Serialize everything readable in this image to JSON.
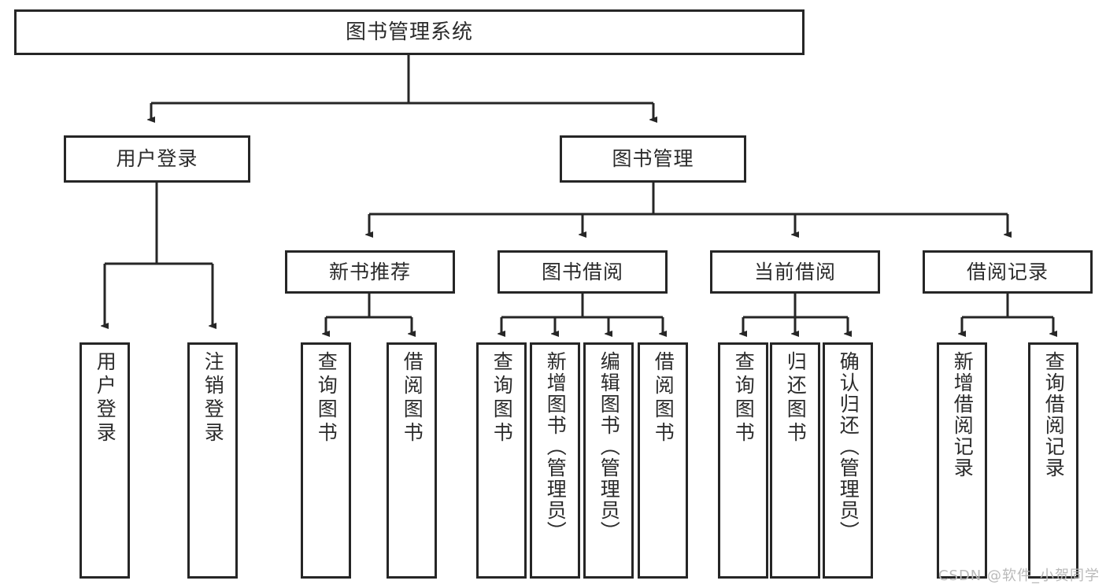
{
  "diagram": {
    "title": "图书管理系统",
    "watermark": "CSDN @软件_小贺同学",
    "line_color": "#262626",
    "box_fill": "#ffffff",
    "text_color": "#2b2b2b",
    "root": {
      "label": "图书管理系统"
    },
    "level2": [
      {
        "label": "用户登录"
      },
      {
        "label": "图书管理"
      }
    ],
    "level3": [
      {
        "label": "新书推荐"
      },
      {
        "label": "图书借阅"
      },
      {
        "label": "当前借阅"
      },
      {
        "label": "借阅记录"
      }
    ],
    "leaves": {
      "user_login": [
        {
          "label": "用户登录"
        },
        {
          "label": "注销登录"
        }
      ],
      "new_book_recommend": [
        {
          "label": "查询图书"
        },
        {
          "label": "借阅图书"
        }
      ],
      "book_borrow": [
        {
          "label": "查询图书"
        },
        {
          "label": "新增图书（管理员）"
        },
        {
          "label": "编辑图书（管理员）"
        },
        {
          "label": "借阅图书"
        }
      ],
      "current_borrow": [
        {
          "label": "查询图书"
        },
        {
          "label": "归还图书"
        },
        {
          "label": "确认归还（管理员）"
        }
      ],
      "borrow_record": [
        {
          "label": "新增借阅记录"
        },
        {
          "label": "查询借阅记录"
        }
      ]
    }
  }
}
